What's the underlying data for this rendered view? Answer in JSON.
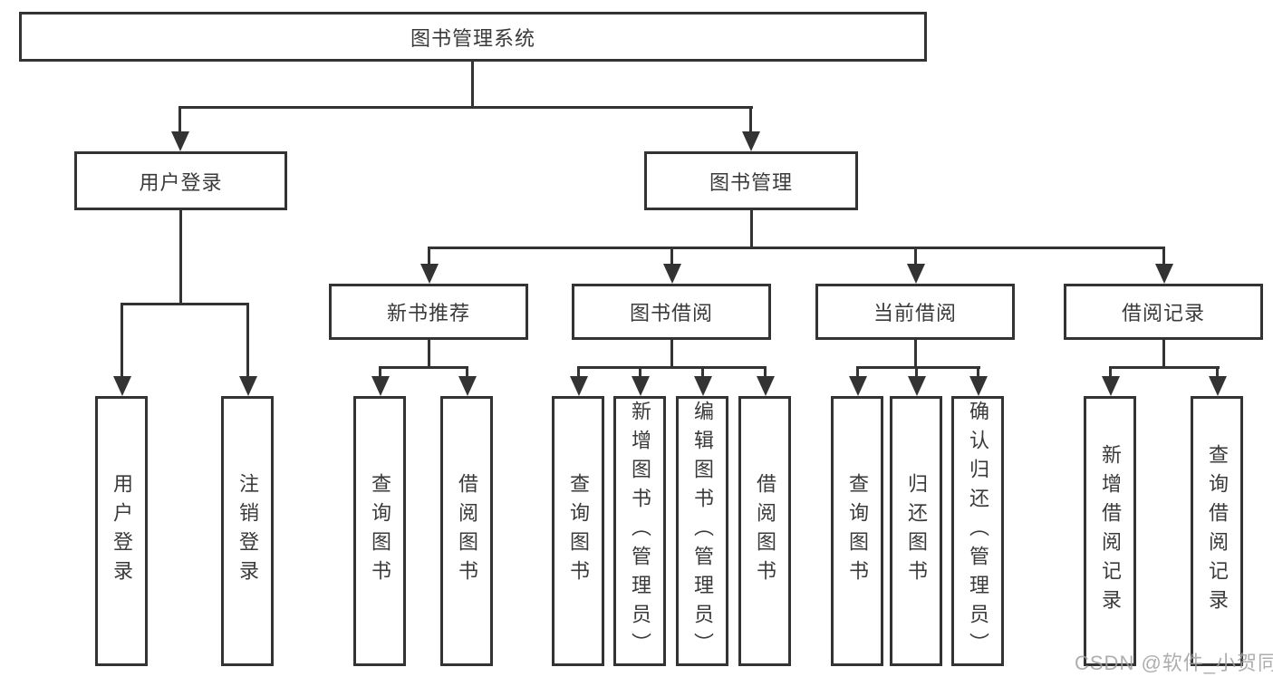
{
  "root": {
    "label": "图书管理系统"
  },
  "branches": [
    {
      "label": "用户登录",
      "children": [
        {
          "label": "用户登录"
        },
        {
          "label": "注销登录"
        }
      ]
    },
    {
      "label": "图书管理",
      "groups": [
        {
          "label": "新书推荐",
          "children": [
            {
              "label": "查询图书"
            },
            {
              "label": "借阅图书"
            }
          ]
        },
        {
          "label": "图书借阅",
          "children": [
            {
              "label": "查询图书"
            },
            {
              "label": "新增图书（管理员）"
            },
            {
              "label": "编辑图书（管理员）"
            },
            {
              "label": "借阅图书"
            }
          ]
        },
        {
          "label": "当前借阅",
          "children": [
            {
              "label": "查询图书"
            },
            {
              "label": "归还图书"
            },
            {
              "label": "确认归还（管理员）"
            }
          ]
        },
        {
          "label": "借阅记录",
          "children": [
            {
              "label": "新增借阅记录"
            },
            {
              "label": "查询借阅记录"
            }
          ]
        }
      ]
    }
  ],
  "watermark": {
    "text": "CSDN @软件_小贺同学"
  },
  "colors": {
    "line": "#333333",
    "text": "#3a3a3a",
    "box_bg": "#ffffff",
    "watermark": "#a0a0a0"
  }
}
